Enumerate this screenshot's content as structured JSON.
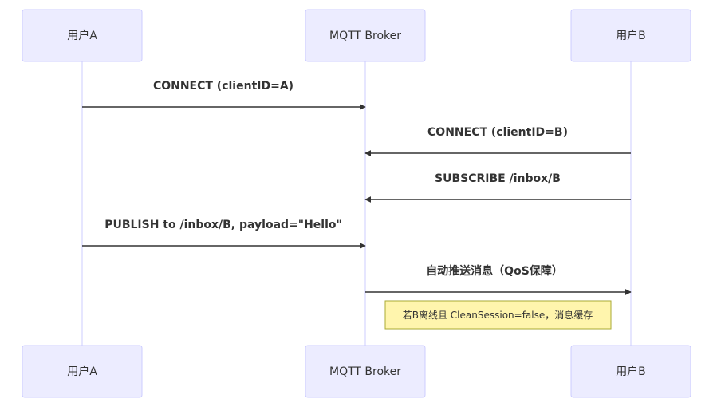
{
  "participants": [
    {
      "id": "A",
      "label": "用户A"
    },
    {
      "id": "broker",
      "label": "MQTT Broker"
    },
    {
      "id": "B",
      "label": "用户B"
    }
  ],
  "messages": [
    {
      "from": "A",
      "to": "broker",
      "label": "CONNECT (clientID=A)"
    },
    {
      "from": "B",
      "to": "broker",
      "label": "CONNECT (clientID=B)"
    },
    {
      "from": "B",
      "to": "broker",
      "label": "SUBSCRIBE /inbox/B"
    },
    {
      "from": "A",
      "to": "broker",
      "label": "PUBLISH to /inbox/B, payload=\"Hello\""
    },
    {
      "from": "broker",
      "to": "B",
      "label": "自动推送消息（QoS保障）"
    }
  ],
  "note": {
    "label": "若B离线且 CleanSession=false，消息缓存"
  },
  "colors": {
    "actor_fill": "#ECECFF",
    "actor_stroke": "#CCCCFF",
    "line": "#333333",
    "note_fill": "#FFF5AD",
    "note_stroke": "#AAAA33"
  }
}
